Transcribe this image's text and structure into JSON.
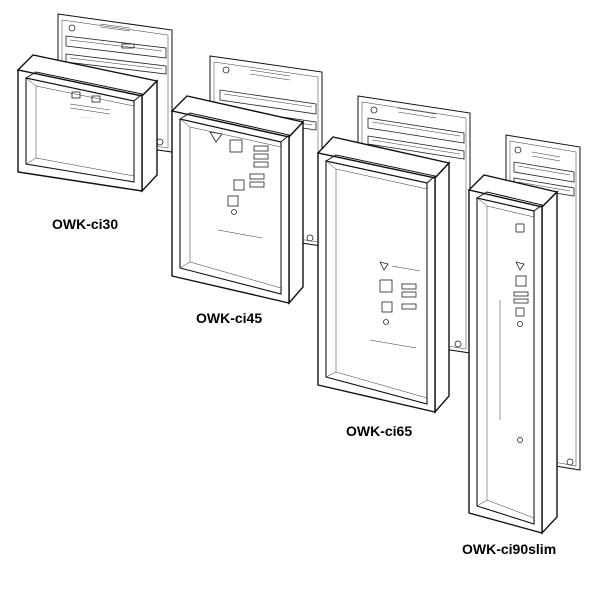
{
  "products": [
    {
      "id": "ci30",
      "label": "OWK-ci30"
    },
    {
      "id": "ci45",
      "label": "OWK-ci45"
    },
    {
      "id": "ci65",
      "label": "OWK-ci65"
    },
    {
      "id": "ci90slim",
      "label": "OWK-ci90slim"
    }
  ]
}
